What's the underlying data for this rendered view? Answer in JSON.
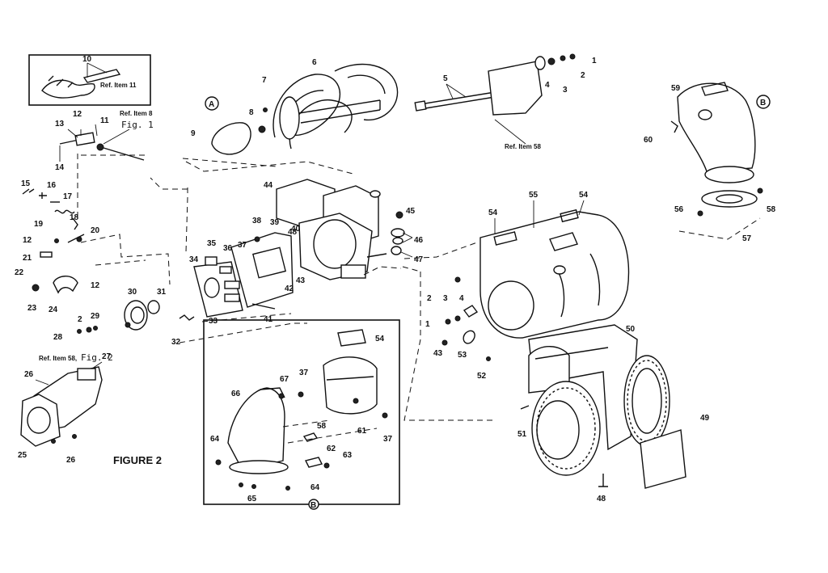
{
  "figure_title": "FIGURE 2",
  "fig1_ref": "Fig. 1",
  "fig2_ref": "Fig. 2",
  "refs": {
    "item11": "Ref. Item 11",
    "item8": "Ref. Item 8",
    "item58_top": "Ref. Item 58",
    "item58_left": "Ref. Item 58,"
  },
  "callouts": {
    "A": "A",
    "B": "B"
  },
  "parts": [
    "1",
    "2",
    "3",
    "4",
    "5",
    "6",
    "7",
    "8",
    "9",
    "10",
    "11",
    "12",
    "13",
    "14",
    "15",
    "16",
    "17",
    "18",
    "19",
    "20",
    "21",
    "22",
    "23",
    "24",
    "25",
    "26",
    "27",
    "28",
    "29",
    "30",
    "31",
    "32",
    "33",
    "34",
    "35",
    "36",
    "37",
    "38",
    "39",
    "40",
    "41",
    "42",
    "43",
    "44",
    "45",
    "46",
    "47",
    "48",
    "49",
    "50",
    "51",
    "52",
    "53",
    "54",
    "55",
    "56",
    "57",
    "58",
    "59",
    "60",
    "61",
    "62",
    "63",
    "64",
    "65",
    "66",
    "67"
  ]
}
